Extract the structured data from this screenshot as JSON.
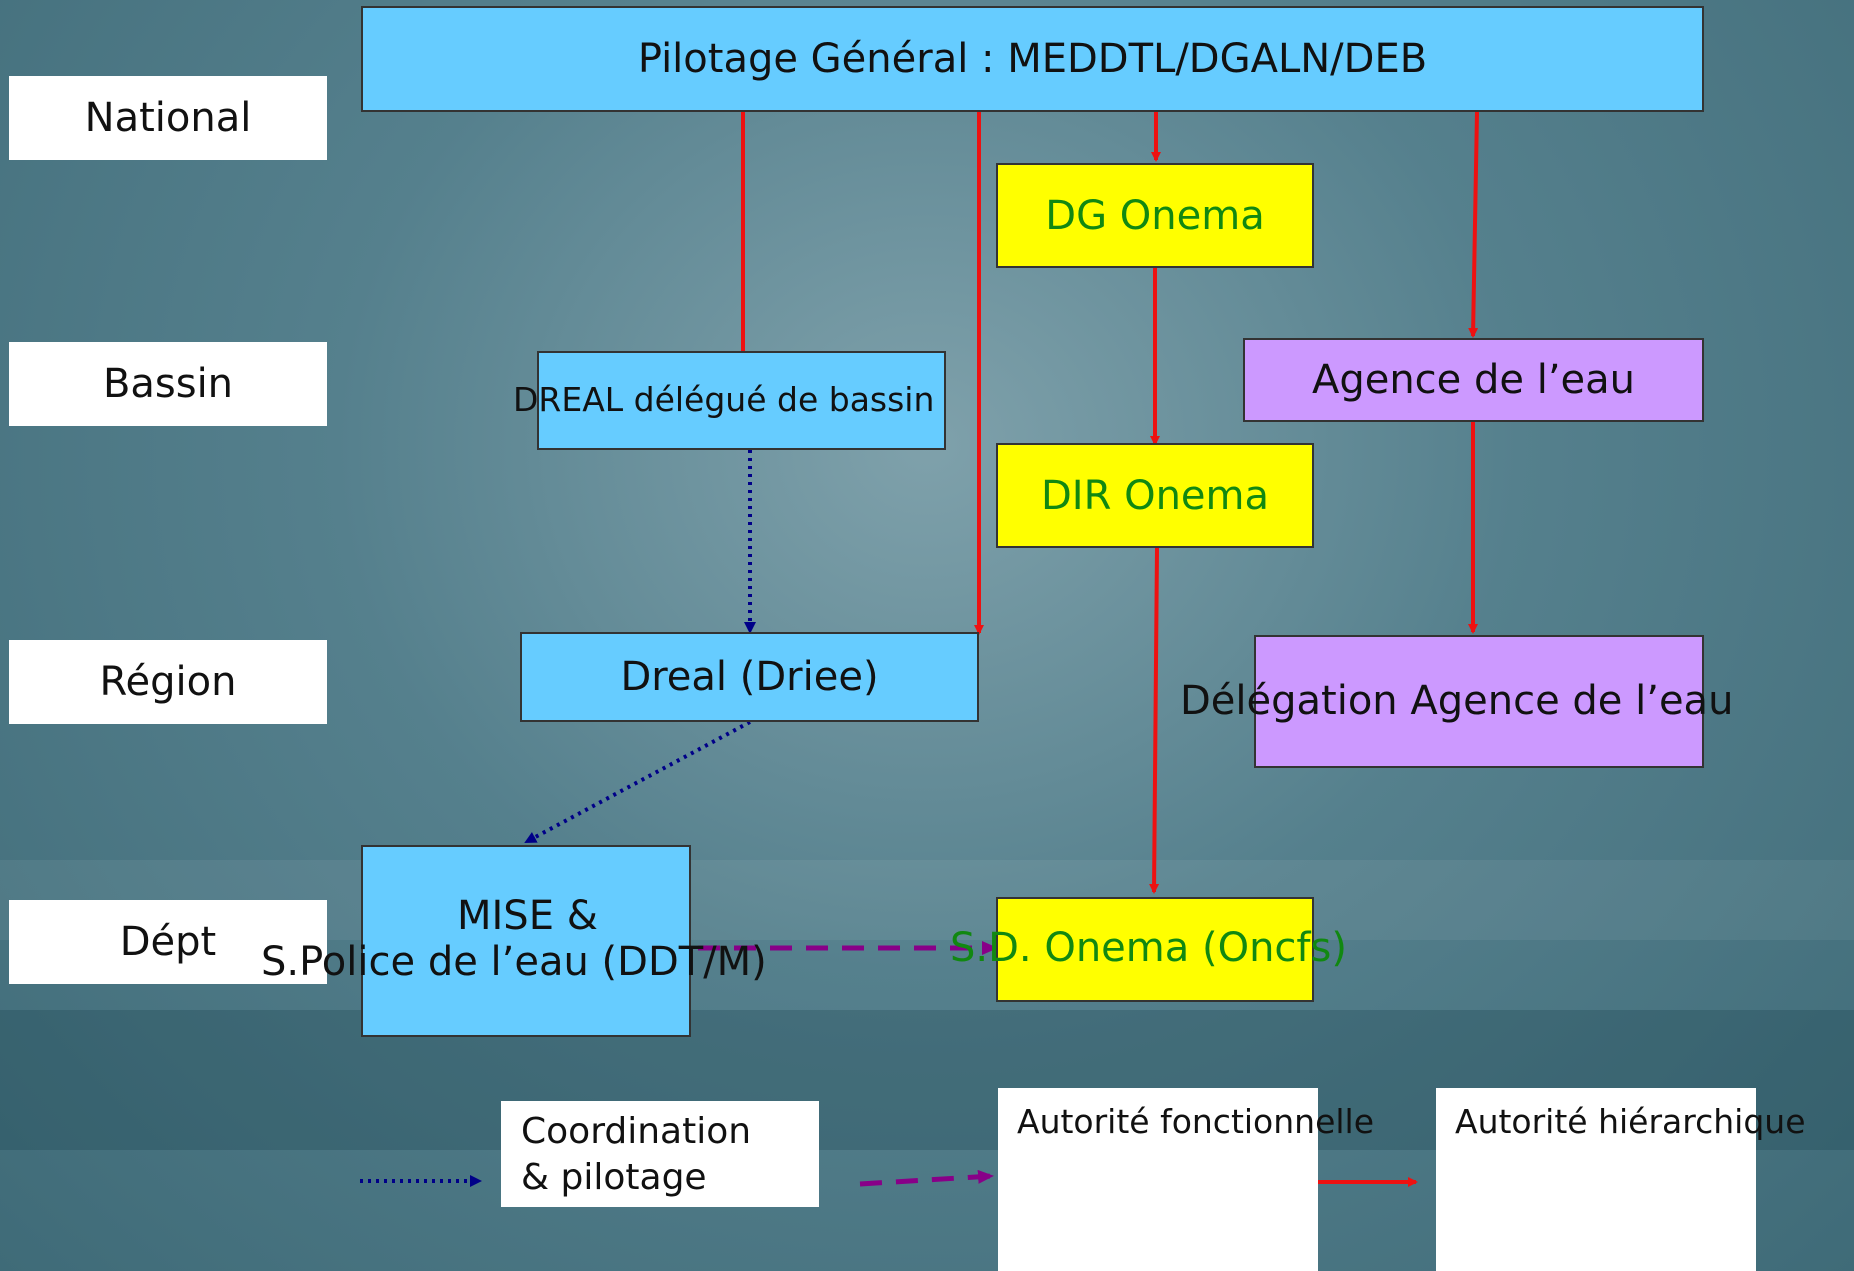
{
  "levels": {
    "national": "National",
    "bassin": "Bassin",
    "region": "Région",
    "dept": "Dépt"
  },
  "nodes": {
    "pilotage": "Pilotage Général : MEDDTL/DGALN/DEB",
    "dg_onema": "DG Onema",
    "dreal_bassin": "DREAL délégué de bassin",
    "agence_eau": "Agence de l’eau",
    "dir_onema": "DIR Onema",
    "dreal_driee": "Dreal (Driee)",
    "delegation_agence": "Délégation Agence de l’eau",
    "mise_line1": "MISE &",
    "mise_line2": "S.Police de l’eau (DDT/M)",
    "sd_onema": "S.D. Onema (Oncfs)"
  },
  "legend": {
    "coordination_line1": "Coordination",
    "coordination_line2": "& pilotage",
    "fonctionnelle": "Autorité fonctionnelle",
    "hierarchique": "Autorité hiérarchique"
  },
  "colors": {
    "hierarchique": "#ee1111",
    "coordination": "#000088",
    "fonctionnelle": "#880088",
    "node_blue": "#66ccff",
    "node_yellow": "#ffff00",
    "node_purple": "#cc99ff"
  }
}
